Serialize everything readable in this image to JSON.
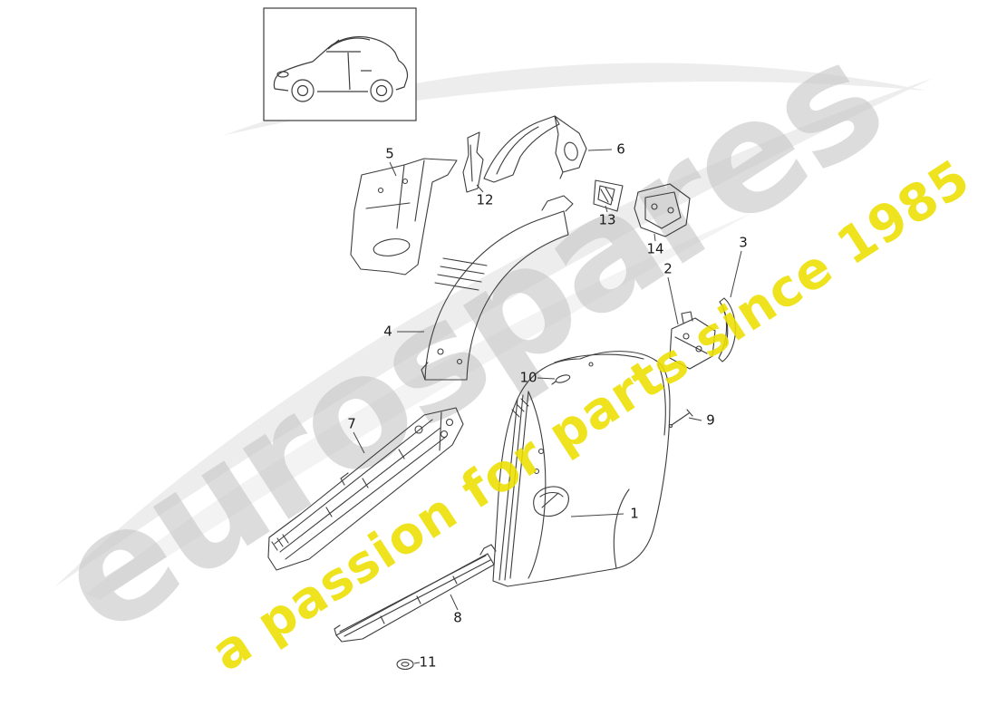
{
  "watermark": {
    "brand": "eurospares",
    "tagline": "a passion for parts since 1985",
    "brand_color": "#c7c7c7",
    "tagline_color": "#ece000"
  },
  "diagram": {
    "description": "Porsche Boxster side panel body parts exploded diagram",
    "line_color": "#3c3c3c"
  },
  "parts": [
    {
      "label": "1"
    },
    {
      "label": "2"
    },
    {
      "label": "3"
    },
    {
      "label": "4"
    },
    {
      "label": "5"
    },
    {
      "label": "6"
    },
    {
      "label": "7"
    },
    {
      "label": "8"
    },
    {
      "label": "9"
    },
    {
      "label": "10"
    },
    {
      "label": "11"
    },
    {
      "label": "12"
    },
    {
      "label": "13"
    },
    {
      "label": "14"
    }
  ]
}
